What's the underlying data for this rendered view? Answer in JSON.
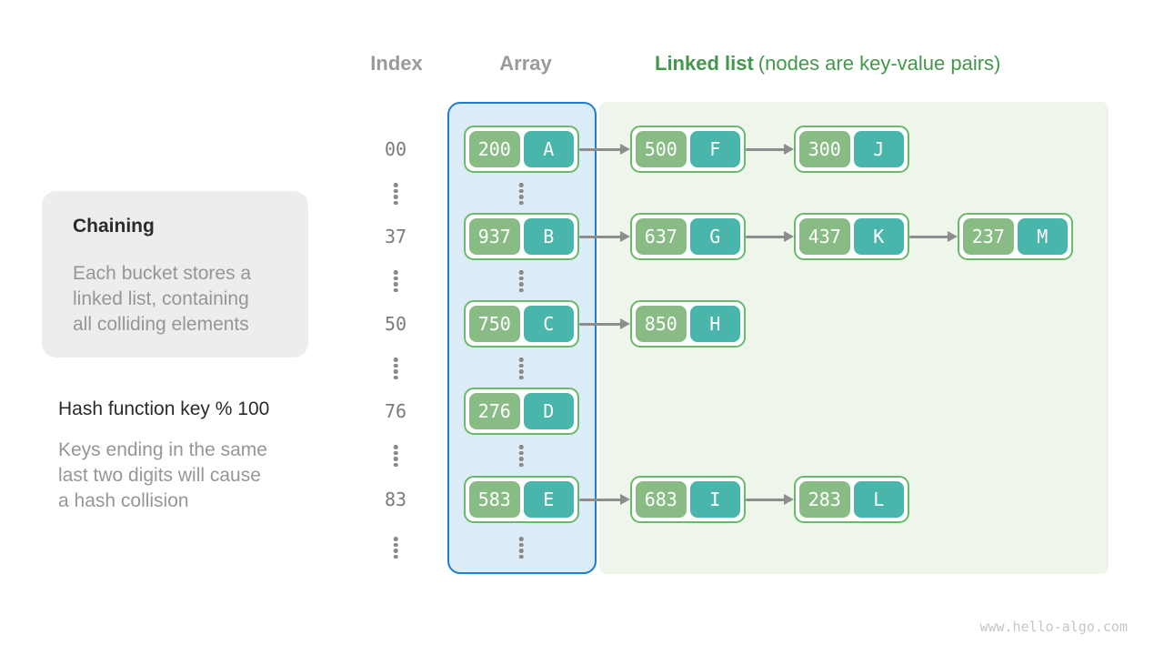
{
  "colors": {
    "page_bg": "#ffffff",
    "array_fill": "#dcebf8",
    "array_border": "#1d7ed3",
    "list_fill": "#eef6ec",
    "node_bg": "#ffffff",
    "node_border": "#68b96c",
    "pair_key_bg": "#88bc84",
    "pair_value_bg": "#49b5ab",
    "arrow": "#8d8d8d",
    "header_gray": "#9a9a9a",
    "header_green": "#41984a",
    "index_gray": "#7b7b7b",
    "text_dark": "#2b2b2b",
    "text_gray": "#969696",
    "panel_bg": "#ededed",
    "footer_gray": "#c6c6c6",
    "dot_gray": "#8b8b8b"
  },
  "headers": {
    "index": "Index",
    "array": "Array",
    "linked_list_bold": "Linked list",
    "linked_list_note": "(nodes are key-value pairs)"
  },
  "side_panel": {
    "title": "Chaining",
    "body": "Each bucket stores a\nlinked list, containing\nall colliding elements"
  },
  "hash_note": {
    "title": "Hash function key % 100",
    "body": "Keys ending in the same\nlast two digits will cause\na hash collision"
  },
  "diagram": {
    "rows": [
      {
        "index": "00",
        "bucket": {
          "key": "200",
          "value": "A"
        },
        "chain": [
          {
            "key": "500",
            "value": "F"
          },
          {
            "key": "300",
            "value": "J"
          }
        ]
      },
      {
        "index": "37",
        "bucket": {
          "key": "937",
          "value": "B"
        },
        "chain": [
          {
            "key": "637",
            "value": "G"
          },
          {
            "key": "437",
            "value": "K"
          },
          {
            "key": "237",
            "value": "M"
          }
        ]
      },
      {
        "index": "50",
        "bucket": {
          "key": "750",
          "value": "C"
        },
        "chain": [
          {
            "key": "850",
            "value": "H"
          }
        ]
      },
      {
        "index": "76",
        "bucket": {
          "key": "276",
          "value": "D"
        },
        "chain": []
      },
      {
        "index": "83",
        "bucket": {
          "key": "583",
          "value": "E"
        },
        "chain": [
          {
            "key": "683",
            "value": "I"
          },
          {
            "key": "283",
            "value": "L"
          }
        ]
      }
    ]
  },
  "footer": {
    "site": "www.hello-algo.com"
  }
}
